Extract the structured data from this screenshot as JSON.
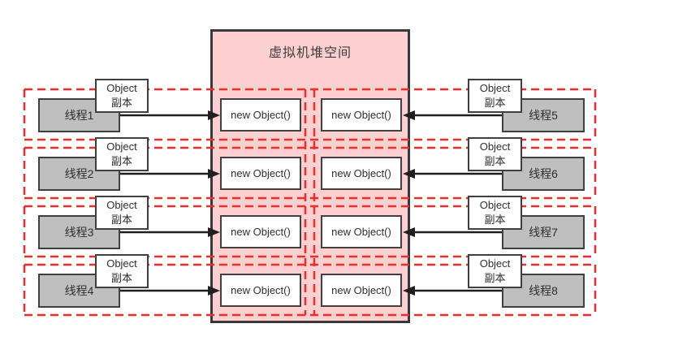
{
  "heap": {
    "title": "虚拟机堆空间"
  },
  "labels": {
    "new_object": "new Object()",
    "object_copy_line1": "Object",
    "object_copy_line2": "副本"
  },
  "threads": {
    "left": [
      "线程1",
      "线程2",
      "线程3",
      "线程4"
    ],
    "right": [
      "线程5",
      "线程6",
      "线程7",
      "线程8"
    ]
  },
  "colors": {
    "heap_fill": "#fcd0d0",
    "thread_fill": "#bfbfbf",
    "box_border": "#404040",
    "heap_border": "#383838",
    "dashed_scope_line": "#ed2d2d",
    "arrow": "#1f1f1f",
    "background": "#ffffff"
  }
}
